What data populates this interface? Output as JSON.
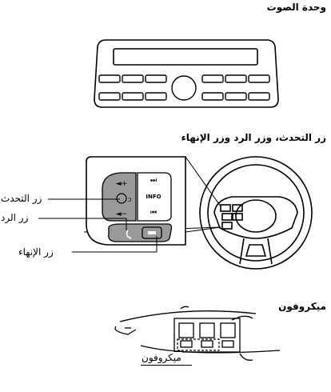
{
  "sections": {
    "audio_unit": {
      "title": "وحدة الصوت"
    },
    "buttons": {
      "title": "زر التحدث، وزر الرد وزر الإنهاء",
      "callouts": {
        "talk": "زر التحدث",
        "pickup": "زر الرد",
        "hangup": "زر الإنهاء"
      },
      "button_glyphs": {
        "vol_up": "◄+",
        "vol_down": "◄−",
        "next": "⏭",
        "prev": "⏮",
        "info": "INFO"
      }
    },
    "microphone": {
      "title": "ميكروفون",
      "callout": "ميكروفون"
    }
  }
}
